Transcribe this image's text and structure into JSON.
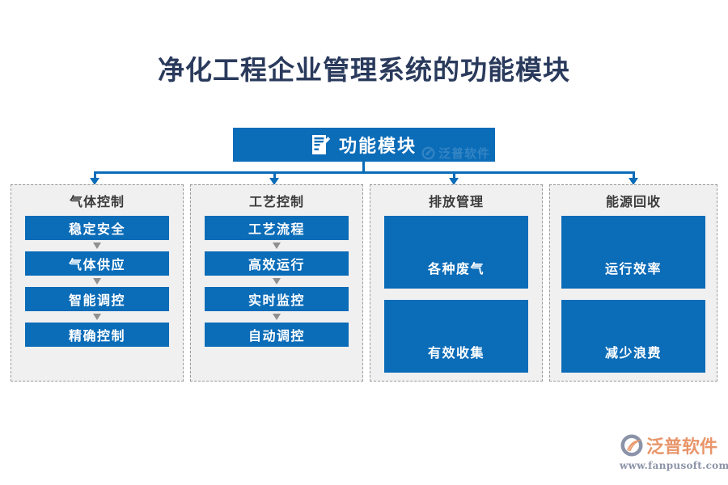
{
  "page": {
    "title": "净化工程企业管理系统的功能模块",
    "background_color": "#ffffff",
    "title_color": "#2a3a5c",
    "accent_color": "#0b6cb8",
    "panel_color": "#f0f0f0",
    "panel_border_color": "#9a9a9a",
    "arrow_color": "#8f8f8f"
  },
  "root": {
    "label": "功能模块",
    "icon": "document-edit-icon",
    "watermark": "泛普软件"
  },
  "connectors": {
    "icon": "down-arrow-icon",
    "count": 4
  },
  "columns": [
    {
      "title": "气体控制",
      "layout": "dense",
      "connected": true,
      "items": [
        {
          "label": "稳定安全"
        },
        {
          "label": "气体供应"
        },
        {
          "label": "智能调控"
        },
        {
          "label": "精确控制"
        }
      ]
    },
    {
      "title": "工艺控制",
      "layout": "dense",
      "connected": true,
      "items": [
        {
          "label": "工艺流程"
        },
        {
          "label": "高效运行"
        },
        {
          "label": "实时监控"
        },
        {
          "label": "自动调控"
        }
      ]
    },
    {
      "title": "排放管理",
      "layout": "sparse",
      "connected": false,
      "items": [
        {
          "label": "各种废气"
        },
        {
          "label": "有效收集"
        }
      ]
    },
    {
      "title": "能源回收",
      "layout": "sparse",
      "connected": false,
      "items": [
        {
          "label": "运行效率"
        },
        {
          "label": "减少浪费"
        }
      ]
    }
  ],
  "brand": {
    "name": "泛普软件",
    "url": "www.fanpusoft.com",
    "mark": "fanpu-logo-icon",
    "name_color": "#e8956a",
    "url_color": "#8b93a8"
  }
}
